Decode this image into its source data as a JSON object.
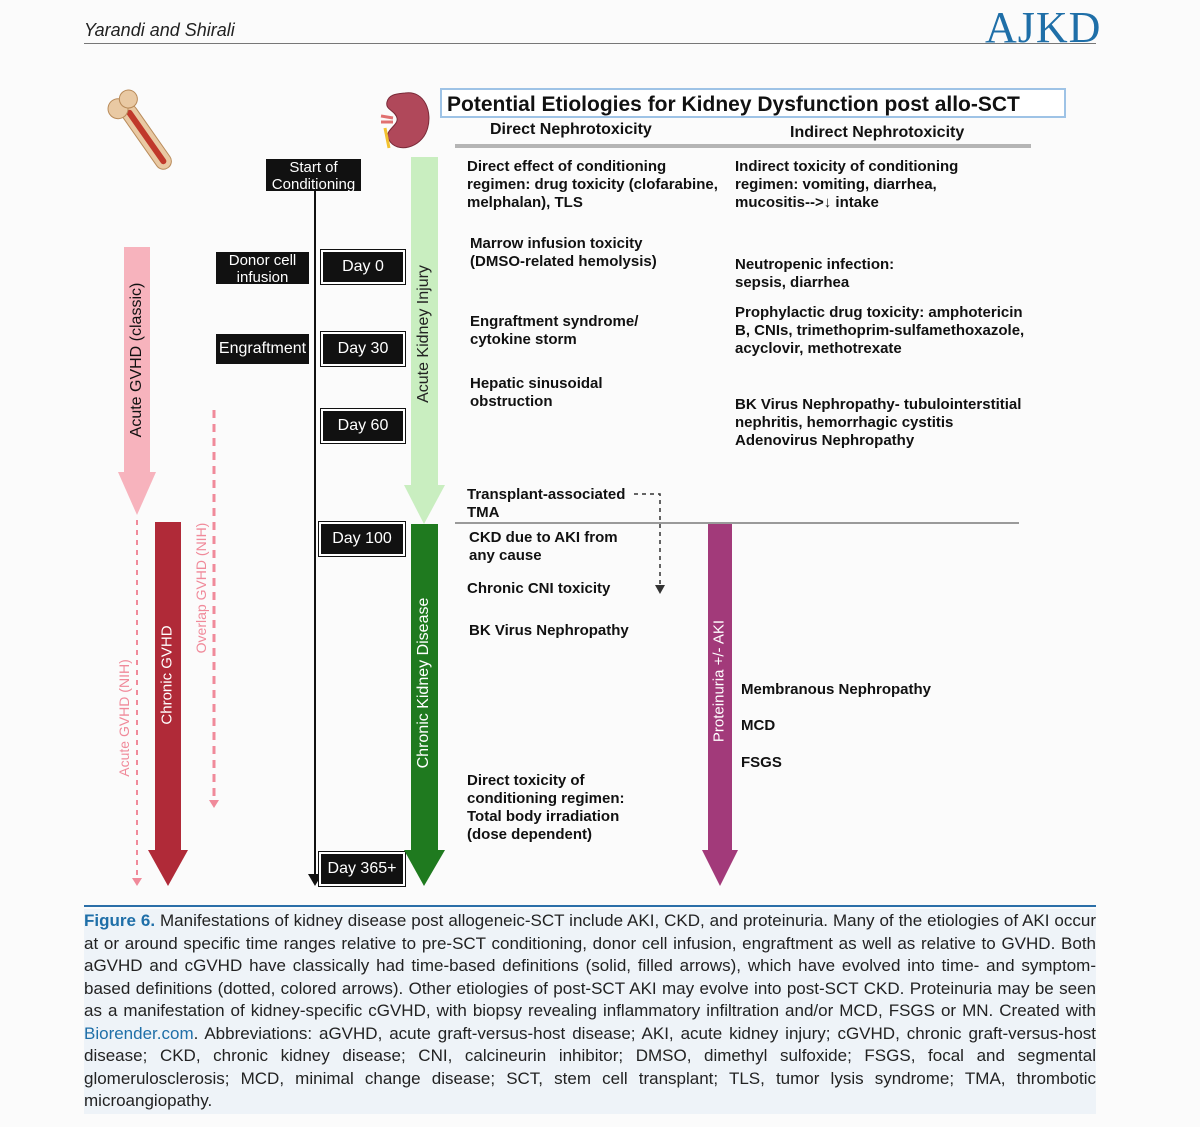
{
  "header": {
    "author": "Yarandi and Shirali",
    "journal": "AJKD"
  },
  "figure": {
    "title": "Potential Etiologies for Kidney Dysfunction post allo-SCT",
    "columns": {
      "direct": "Direct Nephrotoxicity",
      "indirect": "Indirect Nephrotoxicity"
    },
    "timeline": {
      "start": "Start of Conditioning",
      "events": [
        "Donor cell infusion",
        "Engraftment"
      ],
      "days": [
        "Day 0",
        "Day 30",
        "Day 60",
        "Day 100",
        "Day 365+"
      ]
    },
    "arrows": {
      "acute_classic": "Acute GVHD (classic)",
      "acute_nih": "Acute GVHD (NIH)",
      "chronic": "Chronic GVHD",
      "overlap": "Overlap GVHD (NIH)",
      "aki": "Acute Kidney Injury",
      "ckd": "Chronic Kidney Disease",
      "proteinuria": "Proteinuria +/- AKI"
    },
    "direct_items": [
      "Direct effect of conditioning regimen: drug toxicity (clofarabine, melphalan), TLS",
      "Marrow infusion toxicity (DMSO-related hemolysis)",
      "Engraftment  syndrome/ cytokine storm",
      "Hepatic sinusoidal obstruction",
      "Transplant-associated TMA",
      "CKD due to AKI from any cause",
      "Chronic CNI toxicity",
      "BK Virus Nephropathy",
      "Direct toxicity of conditioning regimen: Total body irradiation (dose dependent)"
    ],
    "indirect_items": [
      "Indirect toxicity of conditioning regimen: vomiting, diarrhea, mucositis-->↓ intake",
      "Neutropenic infection: sepsis, diarrhea",
      "Prophylactic drug toxicity: amphotericin B, CNIs,  trimethoprim-sulfamethoxazole, acyclovir, methotrexate",
      "BK Virus Nephropathy- tubulointerstitial nephritis, hemorrhagic cystitis Adenovirus Nephropathy"
    ],
    "proteinuria_items": [
      "Membranous Nephropathy",
      "MCD",
      "FSGS"
    ]
  },
  "caption": {
    "label": "Figure 6.",
    "text_1": " Manifestations of kidney disease post allogeneic-SCT include AKI, CKD, and proteinuria. Many of the etiologies of AKI occur at or around specific time ranges relative to pre-SCT conditioning, donor cell infusion, engraftment as well as relative to GVHD. Both aGVHD and cGVHD have classically had time-based definitions (solid, filled arrows), which have evolved into time- and symptom-based definitions (dotted, colored arrows). Other etiologies of post-SCT AKI may evolve into post-SCT CKD. Proteinuria may be seen as a manifestation of kidney-specific cGVHD, with biopsy revealing inflammatory infiltration and/or MCD, FSGS or MN. Created with ",
    "link": "Biorender.com",
    "text_2": ". Abbreviations: aGVHD, acute graft-versus-host disease; AKI, acute kidney injury; cGVHD, chronic graft-versus-host disease; CKD, chronic kidney disease; CNI, calcineurin inhibitor; DMSO, dimethyl sulfoxide; FSGS, focal and segmental glomerulosclerosis; MCD, minimal change disease; SCT, stem cell transplant; TLS, tumor lysis syndrome; TMA, thrombotic microangiopathy."
  },
  "colors": {
    "acute_classic": "#f7b3bd",
    "acute_nih": "#f08a9a",
    "chronic": "#b02a38",
    "aki": "#c9eec0",
    "ckd": "#1f7a1f",
    "proteinuria": "#a23a7a",
    "accent": "#1f6fa8"
  }
}
